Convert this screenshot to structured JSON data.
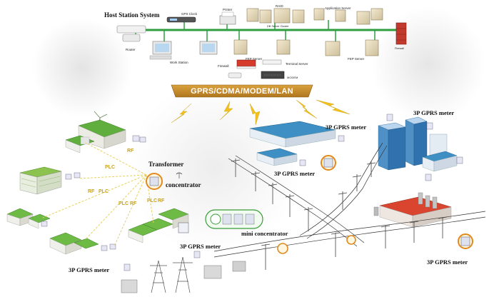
{
  "host": {
    "title": "Host Station System",
    "gps_clock": "GPS Clock",
    "printer": "Printer",
    "raid": "RAID",
    "db_server_cluster": "DB Server Cluster",
    "application_server": "Application Server",
    "router": "Router",
    "work_station": "Work Station",
    "firewall": "Firewall",
    "fep_server_1": "FEP Server",
    "terminal_server": "Terminal Server",
    "fep_server_2": "FEP Server",
    "modem_label": "MODEM",
    "firewall_right": "Firewall"
  },
  "banner": {
    "text": "GPRS/CDMA/MODEM/LAN"
  },
  "field": {
    "gprs_top_right": "3P GPRS meter",
    "gprs_mid_top": "3P GPRS meter",
    "gprs_mid": "3P GPRS meter",
    "gprs_bottom_center": "3P GPRS meter",
    "gprs_bottom_left": "3P GPRS meter",
    "gprs_bottom_right": "3P GPRS meter",
    "transformer": "Transformer",
    "concentrator": "concentrator",
    "mini_concentrator": "mini concentrator",
    "rf_1": "RF",
    "rf_2": "RF",
    "rf_3": "RF",
    "rf_4": "RF",
    "plc_1": "PLC",
    "plc_2": "PLC",
    "plc_3": "PLC",
    "plc_4": "PLC"
  },
  "colors": {
    "backbone": "#2f9e3f",
    "banner": "#c98a2a",
    "link_dash": "#e6d25a",
    "lightning": "#f2c21a",
    "power_line": "#333333",
    "roof_green": "#5fae3e",
    "roof_blue": "#3d8fc4",
    "roof_red": "#d9452e"
  }
}
